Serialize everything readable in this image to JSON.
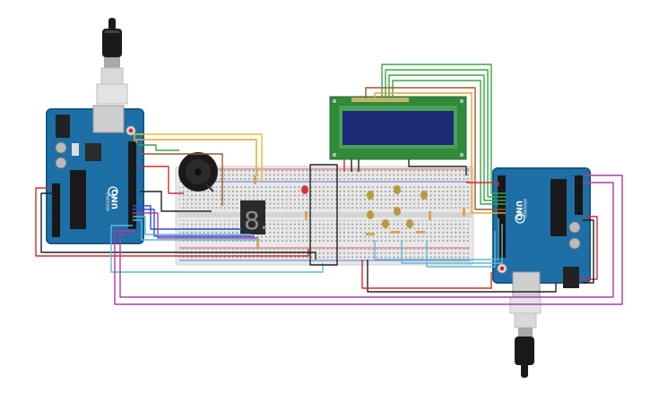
{
  "canvas": {
    "background": "#ffffff"
  },
  "colors": {
    "arduino_blue": "#1d6fa5",
    "arduino_dark": "#135a88",
    "breadboard": "#e6e6e6",
    "lcd_pcb": "#2f8a3a",
    "lcd_screen": "#1b2b78",
    "wire_red": "#d62b2b",
    "wire_black": "#222222",
    "wire_green": "#3aa648",
    "wire_orange": "#e8a32b",
    "wire_yellow": "#e6c02b",
    "wire_cyan": "#5fb8d0",
    "wire_purple": "#b13aa3",
    "wire_brown": "#9a5b2e",
    "wire_blue": "#2b4fd6",
    "led_red": "#d53a3a",
    "led_yellow": "#b79a3a"
  },
  "board_left": {
    "model": "UNO",
    "brand": "ARDUINO"
  },
  "board_right": {
    "model": "UNO",
    "brand": "ARDUINO"
  },
  "seven_segment": {
    "digit": "8."
  },
  "icons": {
    "usb_cable": "usb-cable-icon",
    "buzzer": "piezo-buzzer-icon",
    "lcd": "lcd-16x2-icon",
    "seven_segment": "seven-segment-display-icon"
  }
}
